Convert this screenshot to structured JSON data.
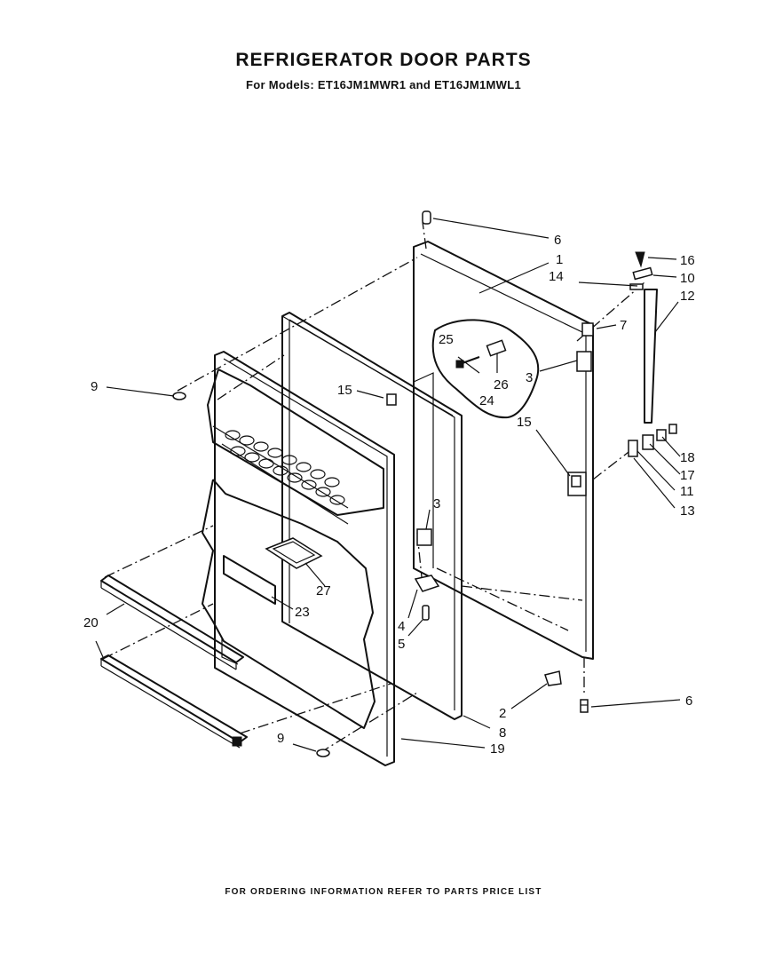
{
  "header": {
    "title": "REFRIGERATOR DOOR PARTS",
    "subtitle": "For Models: ET16JM1MWR1 and ET16JM1MWL1"
  },
  "footer": {
    "note": "FOR ORDERING INFORMATION REFER TO PARTS PRICE LIST"
  },
  "callouts": {
    "c1": "1",
    "c2": "2",
    "c3a": "3",
    "c3b": "3",
    "c4": "4",
    "c5": "5",
    "c6a": "6",
    "c6b": "6",
    "c7": "7",
    "c8": "8",
    "c9a": "9",
    "c9b": "9",
    "c10": "10",
    "c11": "11",
    "c12": "12",
    "c13": "13",
    "c14": "14",
    "c15a": "15",
    "c15b": "15",
    "c16": "16",
    "c17": "17",
    "c18": "18",
    "c19": "19",
    "c20": "20",
    "c23": "23",
    "c24": "24",
    "c25": "25",
    "c26": "26",
    "c27": "27"
  }
}
